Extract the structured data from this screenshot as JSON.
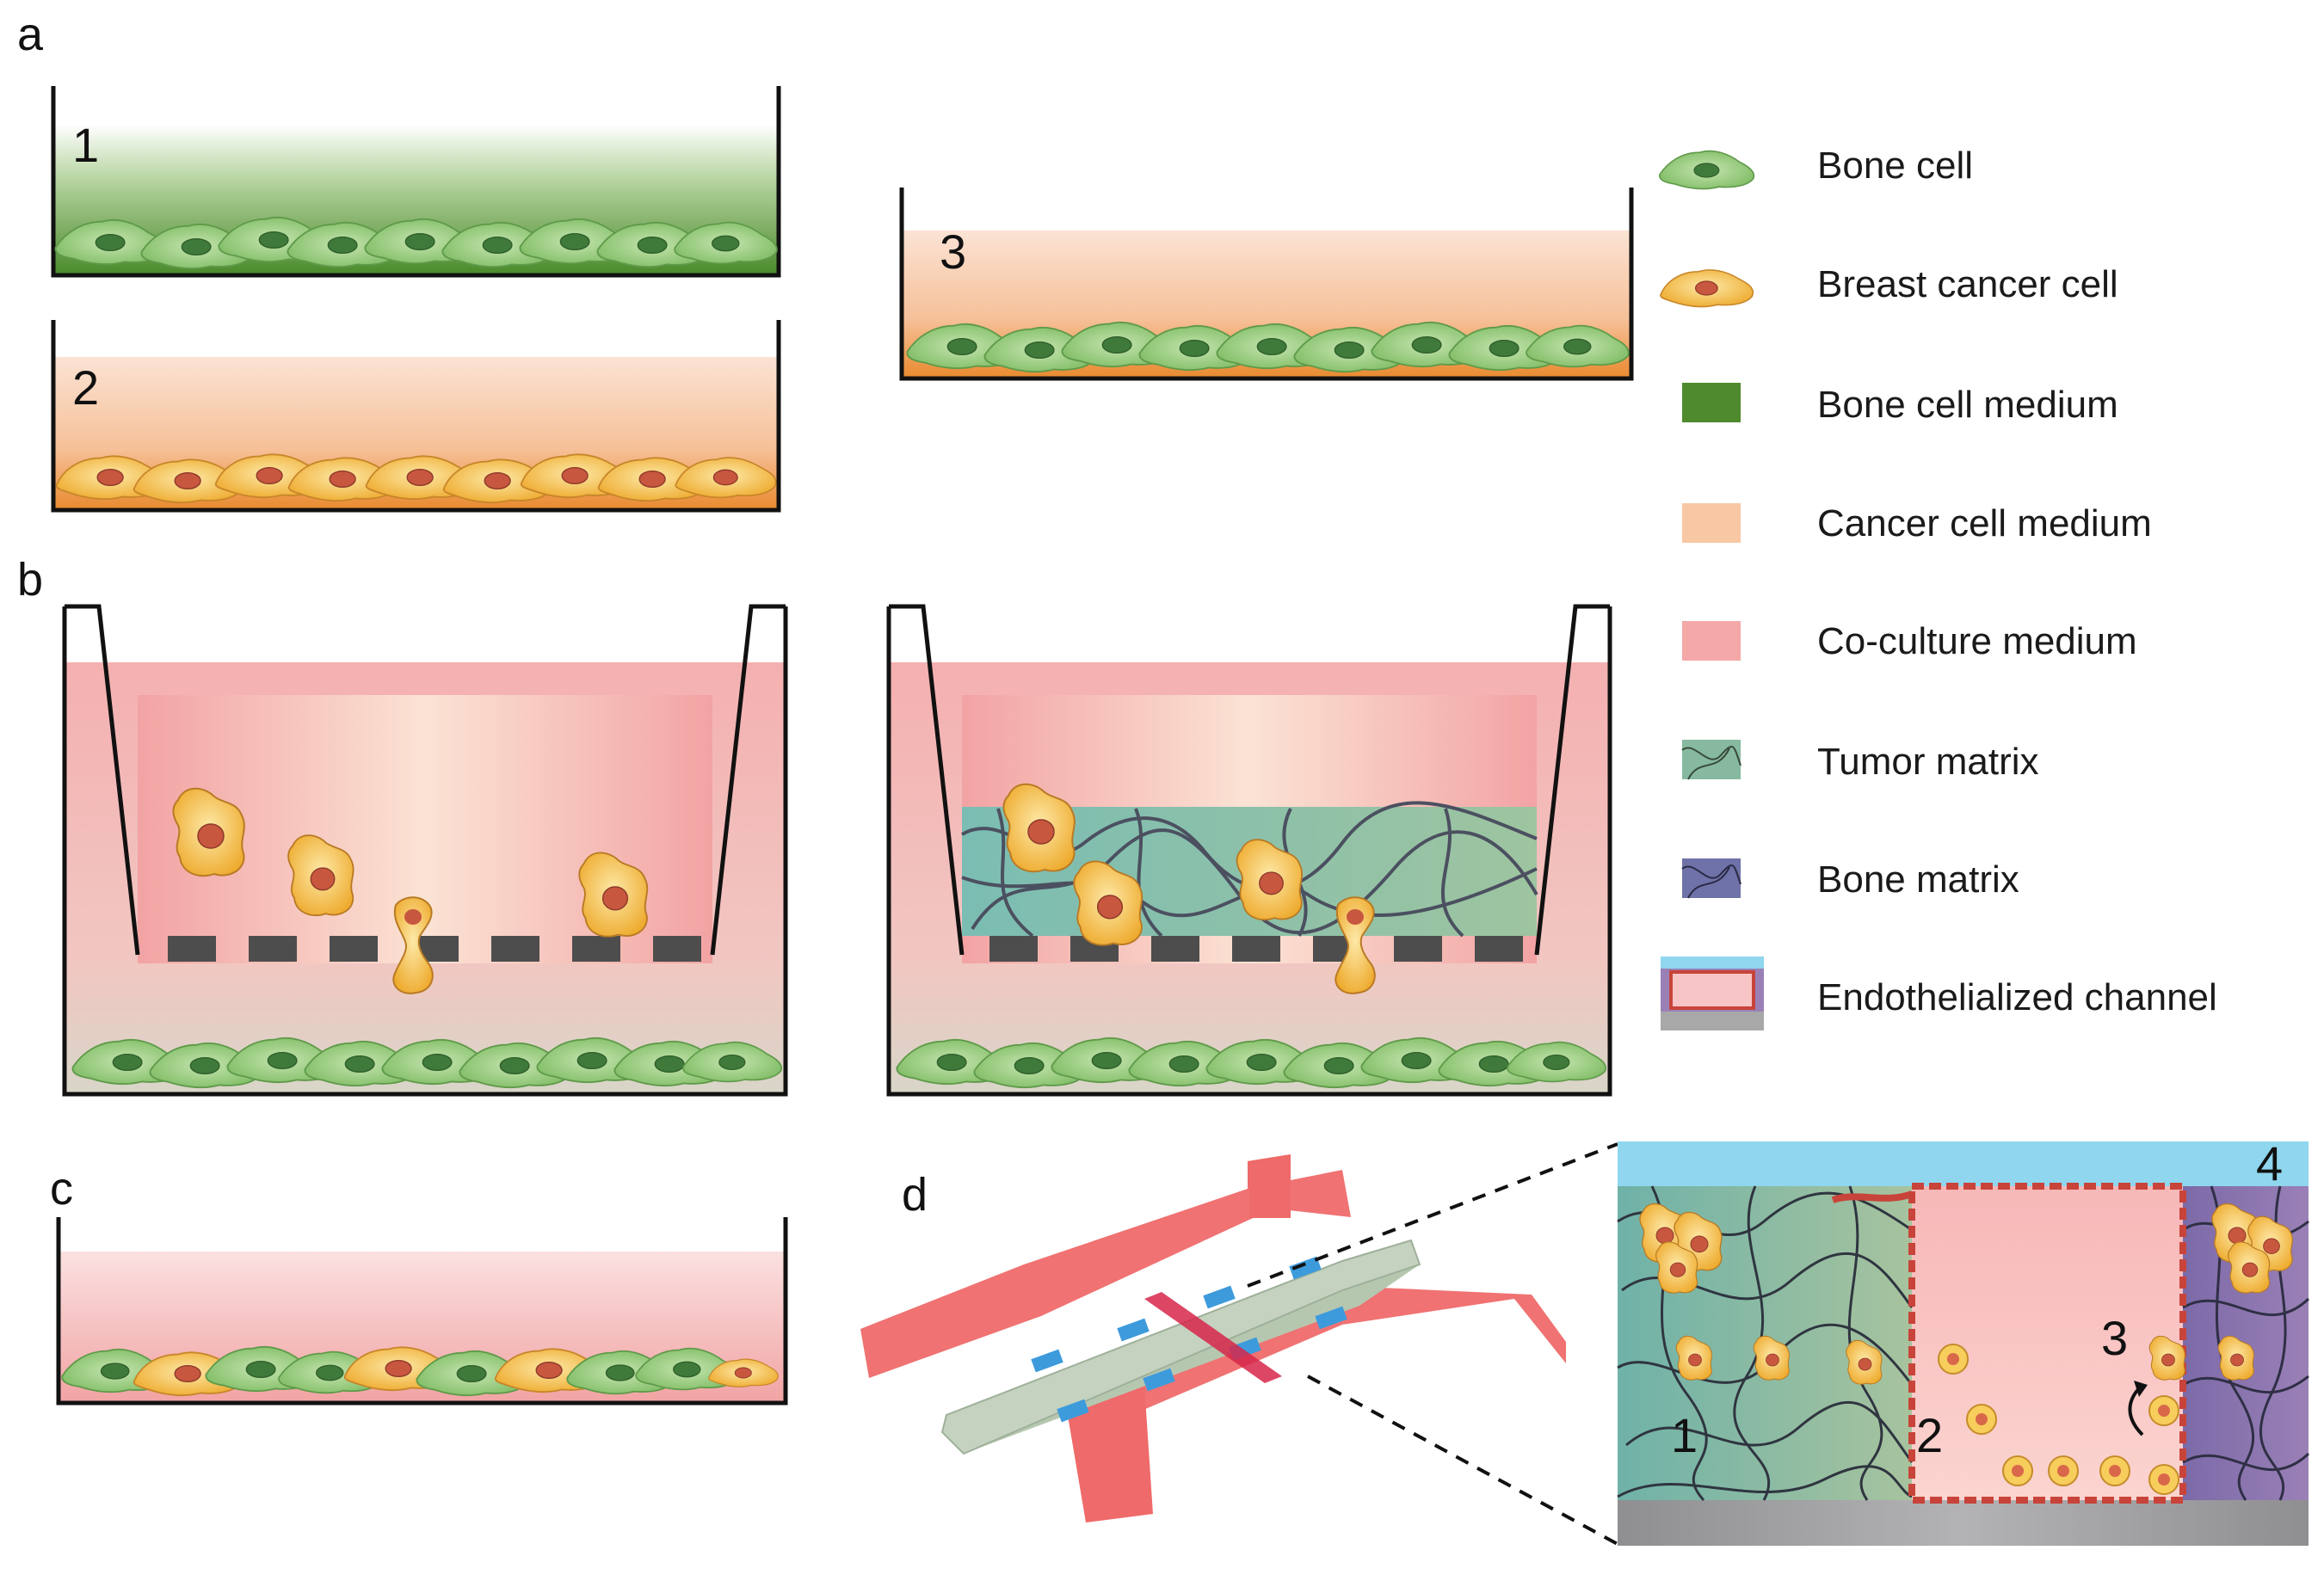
{
  "panels": {
    "a": {
      "letter": "a",
      "wells": [
        {
          "number": "1",
          "medium": "bone_cell_medium",
          "cells": "bone"
        },
        {
          "number": "2",
          "medium": "cancer_cell_medium",
          "cells": "cancer"
        },
        {
          "number": "3",
          "medium": "cancer_cell_medium",
          "cells": "bone"
        }
      ]
    },
    "b": {
      "letter": "b"
    },
    "c": {
      "letter": "c"
    },
    "d": {
      "letter": "d",
      "inset_numbers": [
        "1",
        "2",
        "3",
        "4"
      ]
    }
  },
  "legend": [
    {
      "key": "bone_cell",
      "label": "Bone cell"
    },
    {
      "key": "breast_cancer_cell",
      "label": "Breast cancer cell"
    },
    {
      "key": "bone_cell_medium",
      "label": "Bone cell medium"
    },
    {
      "key": "cancer_cell_medium",
      "label": "Cancer cell medium"
    },
    {
      "key": "co_culture_medium",
      "label": "Co-culture medium"
    },
    {
      "key": "tumor_matrix",
      "label": "Tumor matrix"
    },
    {
      "key": "bone_matrix",
      "label": "Bone matrix"
    },
    {
      "key": "endothelialized_channel",
      "label": "Endothelialized channel"
    }
  ],
  "colors": {
    "bone_cell": "#8fc878",
    "bone_cell_nucleus": "#3f7a3a",
    "cancer_cell": "#f2c04e",
    "cancer_cell_nucleus": "#c8573f",
    "bone_cell_medium": "#4f8a2e",
    "cancer_cell_medium": "#f6b98a",
    "co_culture_medium": "#f4a8a8",
    "tumor_matrix": "#86b9a0",
    "bone_matrix": "#6f72a8",
    "endothelial_channel": "#f7c5c5",
    "channel_top": "#8fd6ee",
    "substrate": "#a8a8a8",
    "device_red": "#ee6a6a",
    "device_body": "#b9c9b4"
  }
}
